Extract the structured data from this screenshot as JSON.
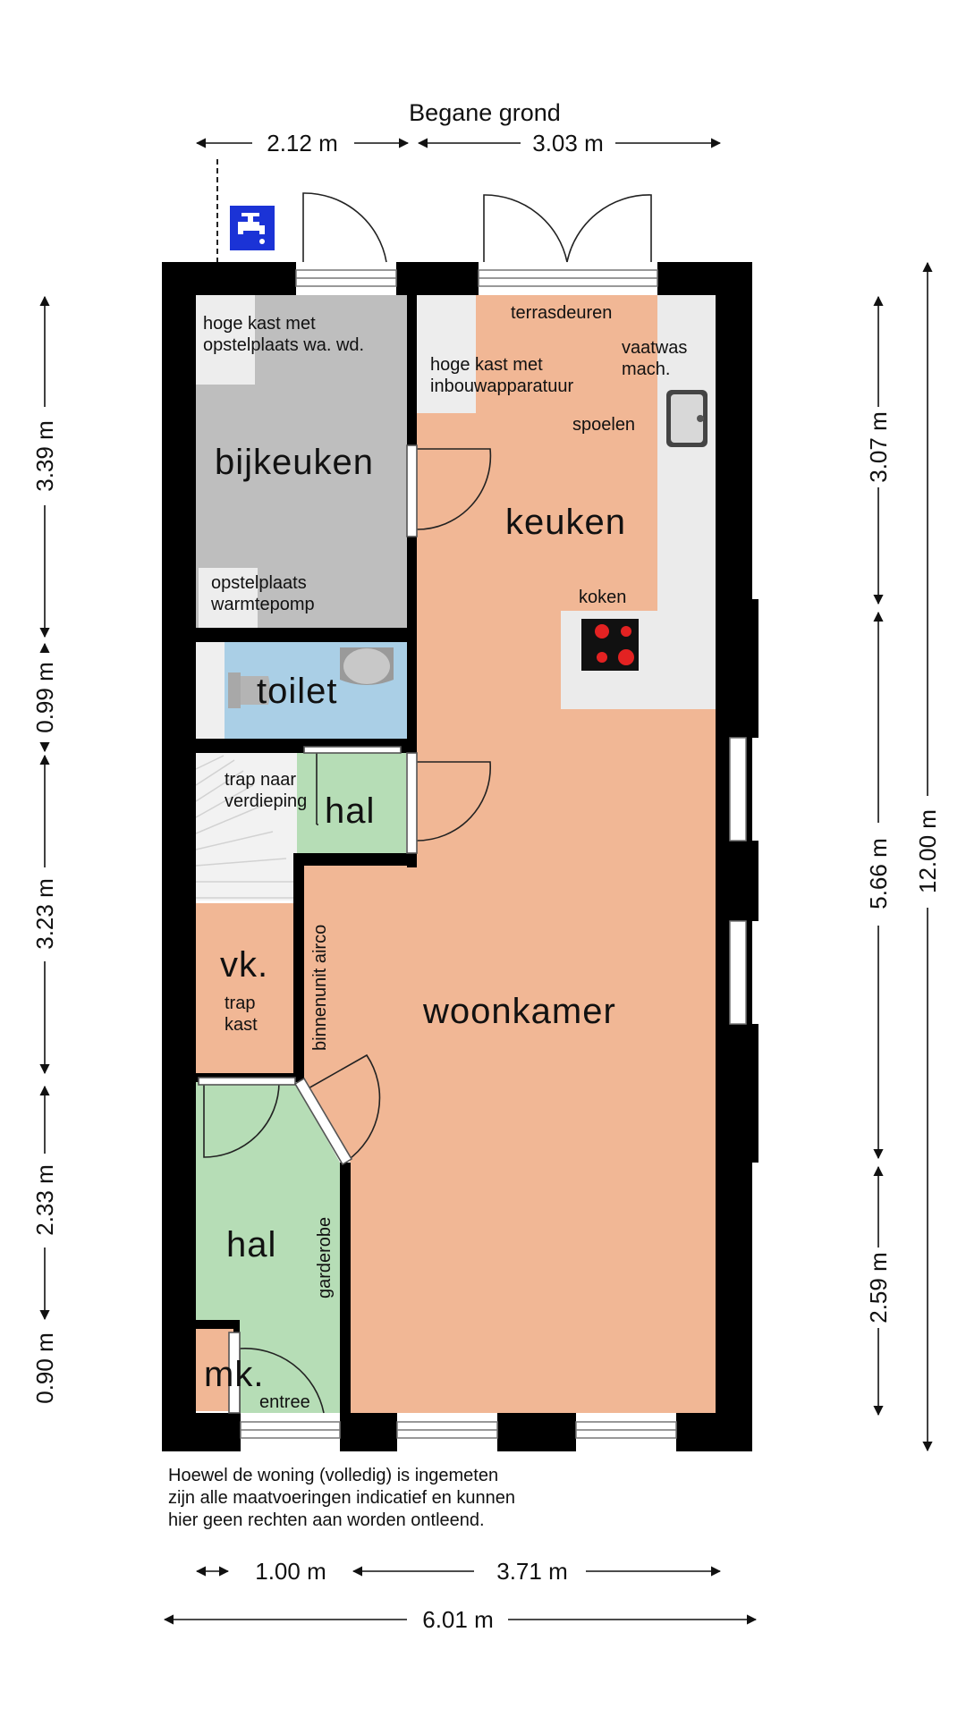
{
  "title": "Begane grond",
  "rooms": {
    "bijkeuken": "bijkeuken",
    "keuken": "keuken",
    "toilet": "toilet",
    "hal_upper": "hal",
    "hal_lower": "hal",
    "woonkamer": "woonkamer",
    "vk": "vk.",
    "mk": "mk."
  },
  "labels": {
    "hoge_kast_wa_line1": "hoge kast met",
    "hoge_kast_wa_line2": "opstelplaats wa. wd.",
    "hoge_kast_inbouw_line1": "hoge kast met",
    "hoge_kast_inbouw_line2": "inbouwapparatuur",
    "terrasdeuren": "terrasdeuren",
    "vaatwas_line1": "vaatwas",
    "vaatwas_line2": "mach.",
    "spoelen": "spoelen",
    "koken": "koken",
    "warmtepomp_line1": "opstelplaats",
    "warmtepomp_line2": "warmtepomp",
    "trap_verdieping_line1": "trap naar",
    "trap_verdieping_line2": "verdieping",
    "trapkast_line1": "trap",
    "trapkast_line2": "kast",
    "binnenunit": "binnenunit airco",
    "garderobe": "garderobe",
    "entree": "entree"
  },
  "dimensions": {
    "top_left": "2.12 m",
    "top_right": "3.03 m",
    "left_1": "3.39 m",
    "left_2": "0.99 m",
    "left_3": "3.23 m",
    "left_4": "2.33 m",
    "left_5": "0.90 m",
    "right_1": "3.07 m",
    "right_2": "5.66 m",
    "right_3": "2.59 m",
    "right_total": "12.00 m",
    "bottom_left": "1.00 m",
    "bottom_right": "3.71 m",
    "bottom_total": "6.01 m"
  },
  "disclaimer": [
    "Hoewel de woning (volledig) is ingemeten",
    "zijn alle maatvoeringen indicatief en kunnen",
    "hier geen rechten aan worden ontleend."
  ],
  "icons": [
    "water-tap-icon",
    "sink-icon",
    "cooktop-icon",
    "toilet-icon",
    "washbasin-icon"
  ],
  "colors": {
    "living": "#F1B795",
    "utility": "#BEBEBE",
    "toilet": "#AACFE6",
    "hall": "#B6DDB6",
    "wall": "#000000",
    "water_badge": "#1B33D6"
  }
}
